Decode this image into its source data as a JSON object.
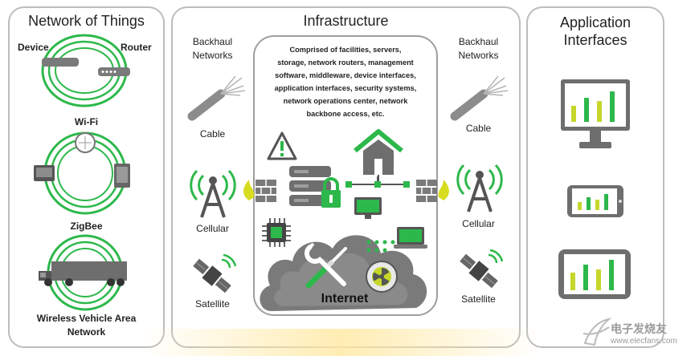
{
  "colors": {
    "green": "#2db84b",
    "lime": "#c6d72a",
    "gray": "#7a7a7a",
    "dark": "#555555",
    "yellow": "#e6d21c"
  },
  "network_of_things": {
    "title": "Network of Things",
    "device_label": "Device",
    "router_label": "Router",
    "wifi_label": "Wi-Fi",
    "zigbee_label": "ZigBee",
    "wvan_label_line1": "Wireless Vehicle Area",
    "wvan_label_line2": "Network"
  },
  "infrastructure": {
    "title": "Infrastructure",
    "backhaul_left_line1": "Backhaul",
    "backhaul_left_line2": "Networks",
    "backhaul_right_line1": "Backhaul",
    "backhaul_right_line2": "Networks",
    "description_lines": [
      "Comprised of facilities, servers,",
      "storage, network routers, management",
      "software, middleware, device interfaces,",
      "application interfaces, security systems,",
      "network operations center, network",
      "backbone access, etc."
    ],
    "cable_left": "Cable",
    "cable_right": "Cable",
    "cellular_left": "Cellular",
    "cellular_right": "Cellular",
    "satellite_left": "Satellite",
    "satellite_right": "Satellite",
    "internet_label": "Internet"
  },
  "application_interfaces": {
    "title_line1": "Application",
    "title_line2": "Interfaces"
  },
  "watermark": {
    "line1": "电子发烧友",
    "line2": "www.elecfans.com"
  }
}
